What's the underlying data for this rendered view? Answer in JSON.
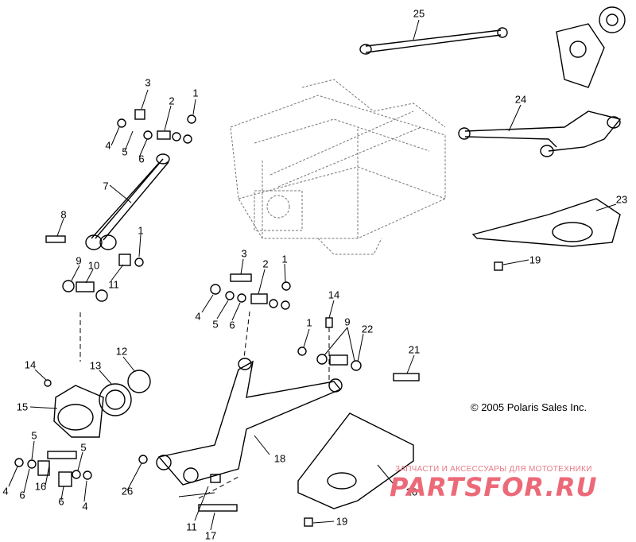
{
  "copyright": "© 2005 Polaris Sales Inc.",
  "watermark": {
    "tagline": "ЗАПЧАСТИ И АКСЕССУАРЫ ДЛЯ МОТОТЕХНИКИ",
    "logo": "PARTSFOR.RU"
  },
  "callouts": [
    "25",
    "24",
    "23",
    "19",
    "3",
    "2",
    "1",
    "4",
    "5",
    "6",
    "7",
    "8",
    "1",
    "9",
    "10",
    "11",
    "3",
    "2",
    "1",
    "4",
    "5",
    "6",
    "14",
    "1",
    "9",
    "22",
    "21",
    "12",
    "13",
    "14",
    "15",
    "18",
    "5",
    "5",
    "16",
    "4",
    "6",
    "6",
    "4",
    "26",
    "11",
    "17",
    "19",
    "20"
  ],
  "colors": {
    "line": "#000000",
    "frame": "#777777",
    "watermark": "#ec6a78"
  }
}
